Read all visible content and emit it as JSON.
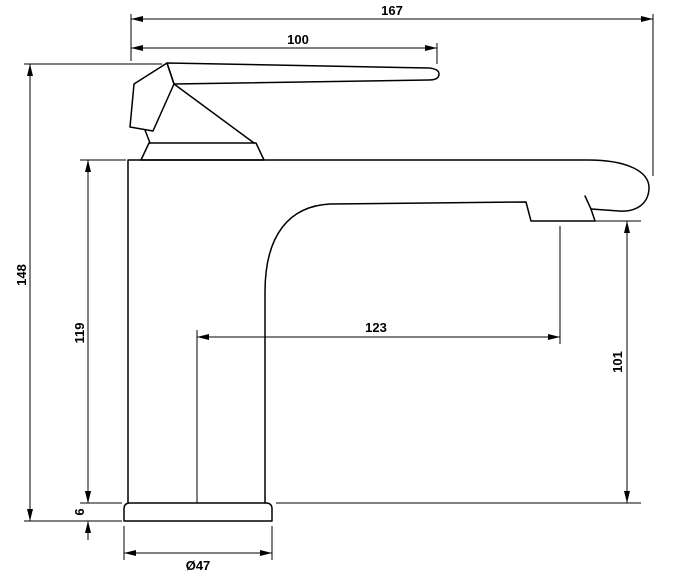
{
  "drawing": {
    "dims": {
      "overall_length": "167",
      "handle_length": "100",
      "overall_height": "148",
      "body_height": "119",
      "spout_reach": "123",
      "outlet_height": "101",
      "base_thickness": "6",
      "base_diameter": "Ø47"
    },
    "colors": {
      "line": "#000000",
      "background": "#ffffff"
    }
  }
}
